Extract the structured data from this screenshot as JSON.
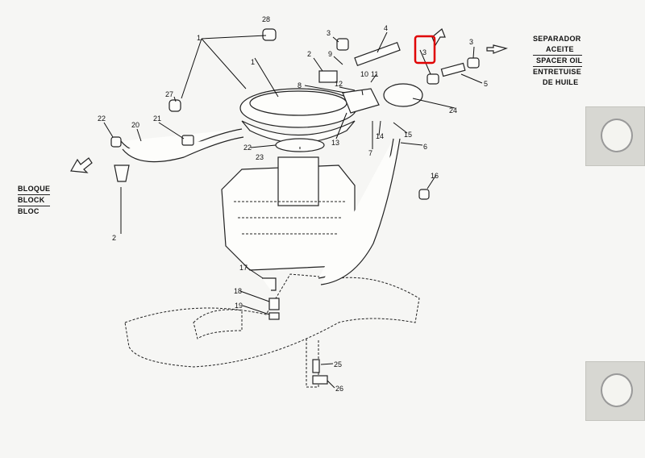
{
  "labels": {
    "separator": [
      "SEPARADOR",
      "ACEITE",
      "SPACER OIL",
      "ENTRETUISE",
      "DE HUILE"
    ],
    "block": [
      "BLOQUE",
      "BLOCK",
      "BLOC"
    ]
  },
  "callouts": {
    "c28": "28",
    "c1a": "1",
    "c1b": "1",
    "c27": "27",
    "c22a": "22",
    "c20": "20",
    "c21": "21",
    "c2a": "2",
    "c22b": "22",
    "c23": "23",
    "c3a": "3",
    "c4": "4",
    "c2b": "2",
    "c9": "9",
    "c8": "8",
    "c10": "10",
    "c12": "12",
    "c11": "11",
    "c3b": "3",
    "c3c": "3",
    "c5": "5",
    "c24": "24",
    "c14": "14",
    "c15": "15",
    "c13": "13",
    "c7": "7",
    "c6": "6",
    "c16": "16",
    "c17": "17",
    "c18": "18",
    "c19": "19",
    "c25": "25",
    "c26": "26"
  },
  "highlight": {
    "color": "#e00000",
    "target": "3"
  }
}
